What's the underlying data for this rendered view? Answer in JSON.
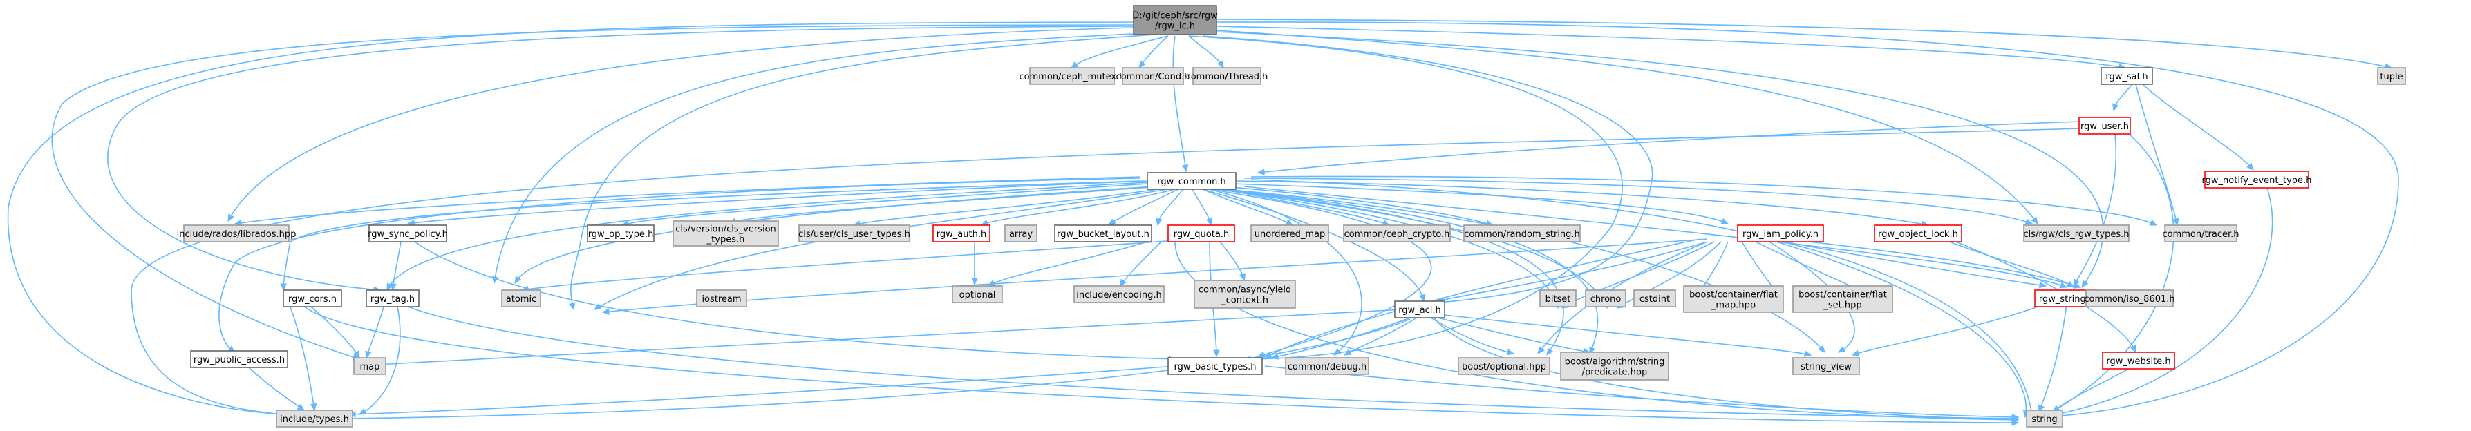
{
  "colors": {
    "edge": "#63b8ff",
    "root_fill": "#999999",
    "external_fill": "#e0e0e0",
    "external_stroke": "#999999",
    "doc_stroke": "#666666",
    "doc_stroke_red": "#ff0000",
    "doc_fill": "#ffffff"
  },
  "nodes": {
    "root": [
      "D:/git/ceph/src/rgw",
      "/rgw_lc.h"
    ],
    "ceph_mutex": [
      "common/ceph_mutex.h"
    ],
    "cond": [
      "common/Cond.h"
    ],
    "thread": [
      "common/Thread.h"
    ],
    "tuple": [
      "tuple"
    ],
    "rgw_sal": [
      "rgw_sal.h"
    ],
    "rgw_user": [
      "rgw_user.h"
    ],
    "rgw_notify": [
      "rgw_notify_event_type.h"
    ],
    "rgw_common": [
      "rgw_common.h"
    ],
    "librados": [
      "include/rados/librados.hpp"
    ],
    "rgw_sync_policy": [
      "rgw_sync_policy.h"
    ],
    "rgw_op_type": [
      "rgw_op_type.h"
    ],
    "cls_version": [
      "cls/version/cls_version",
      "_types.h"
    ],
    "cls_user": [
      "cls/user/cls_user_types.h"
    ],
    "rgw_auth": [
      "rgw_auth.h"
    ],
    "array": [
      "array"
    ],
    "rgw_bucket_layout": [
      "rgw_bucket_layout.h"
    ],
    "rgw_quota": [
      "rgw_quota.h"
    ],
    "unordered_map": [
      "unordered_map"
    ],
    "ceph_crypto": [
      "common/ceph_crypto.h"
    ],
    "random_string": [
      "common/random_string.h"
    ],
    "rgw_iam_policy": [
      "rgw_iam_policy.h"
    ],
    "rgw_object_lock": [
      "rgw_object_lock.h"
    ],
    "cls_rgw_types": [
      "cls/rgw/cls_rgw_types.h"
    ],
    "tracer": [
      "common/tracer.h"
    ],
    "rgw_cors": [
      "rgw_cors.h"
    ],
    "rgw_tag": [
      "rgw_tag.h"
    ],
    "atomic": [
      "atomic"
    ],
    "iostream": [
      "iostream"
    ],
    "optional": [
      "optional"
    ],
    "include_encoding": [
      "include/encoding.h"
    ],
    "async_yield": [
      "common/async/yield",
      "_context.h"
    ],
    "rgw_acl": [
      "rgw_acl.h"
    ],
    "bitset": [
      "bitset"
    ],
    "chrono": [
      "chrono"
    ],
    "cstdint": [
      "cstdint"
    ],
    "flat_map": [
      "boost/container/flat",
      "_map.hpp"
    ],
    "flat_set": [
      "boost/container/flat",
      "_set.hpp"
    ],
    "rgw_string": [
      "rgw_string.h"
    ],
    "iso_8601": [
      "common/iso_8601.h"
    ],
    "rgw_public_access": [
      "rgw_public_access.h"
    ],
    "map": [
      "map"
    ],
    "rgw_basic_types": [
      "rgw_basic_types.h"
    ],
    "common_debug": [
      "common/debug.h"
    ],
    "boost_optional": [
      "boost/optional.hpp"
    ],
    "boost_algorithm": [
      "boost/algorithm/string",
      "/predicate.hpp"
    ],
    "string_view": [
      "string_view"
    ],
    "rgw_website": [
      "rgw_website.h"
    ],
    "include_types": [
      "include/types.h"
    ],
    "string": [
      "string"
    ]
  }
}
